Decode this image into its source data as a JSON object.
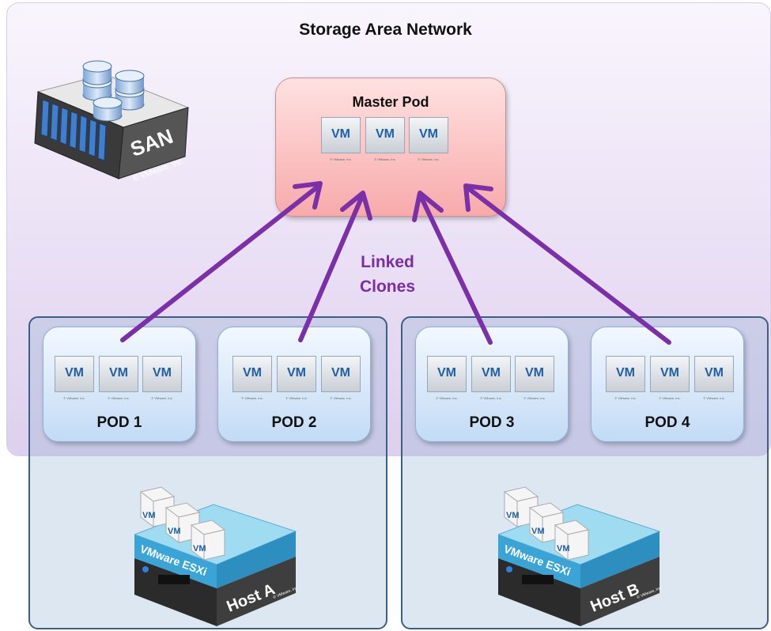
{
  "title": "Storage Area Network",
  "master_pod": {
    "label": "Master Pod",
    "vms": [
      "VM",
      "VM",
      "VM"
    ],
    "copyright": "© VMware, Inc."
  },
  "linked_clones": {
    "line1": "Linked",
    "line2": "Clones"
  },
  "pods": [
    {
      "label": "POD 1",
      "vms": [
        "VM",
        "VM",
        "VM"
      ]
    },
    {
      "label": "POD 2",
      "vms": [
        "VM",
        "VM",
        "VM"
      ]
    },
    {
      "label": "POD 3",
      "vms": [
        "VM",
        "VM",
        "VM"
      ]
    },
    {
      "label": "POD 4",
      "vms": [
        "VM",
        "VM",
        "VM"
      ]
    }
  ],
  "vm_copyright": "© VMware, Inc.",
  "san_device": {
    "label": "SAN",
    "copyright": "© VMware, Inc.",
    "icon": "san-storage-icon"
  },
  "hosts": [
    {
      "label": "Host A",
      "product": "VMware ESXi",
      "vm_labels": [
        "VM",
        "VM",
        "VM"
      ],
      "copyright": "© VMware, Inc.",
      "icon": "esxi-host-icon"
    },
    {
      "label": "Host B",
      "product": "VMware ESXi",
      "vm_labels": [
        "VM",
        "VM",
        "VM"
      ],
      "copyright": "© VMware, Inc.",
      "icon": "esxi-host-icon"
    }
  ],
  "colors": {
    "arrow": "#7b2fa8",
    "vm_text": "#1d5fa8",
    "master_pod_fill": "#f8aaaa",
    "pod_fill": "#c3dbf5",
    "san_zone_fill": "#e9def4",
    "host_zone_border": "#3e5f85"
  }
}
